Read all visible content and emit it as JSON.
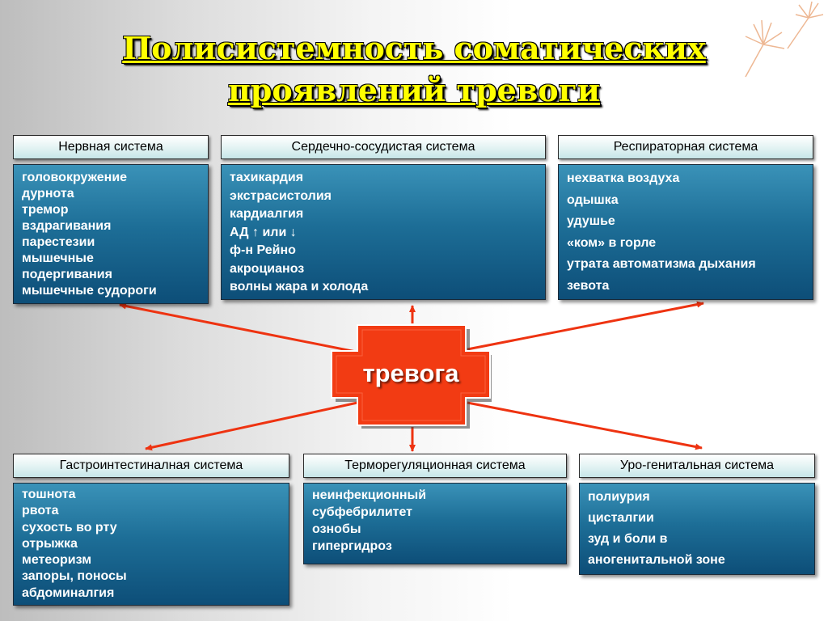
{
  "title_lines": [
    "Полисистемность соматических",
    "проявлений тревоги"
  ],
  "center_label": "тревога",
  "colors": {
    "arrow": "#ee3311",
    "center": "#f23b13",
    "title": "#ffff00",
    "body_top": "#3a92b8",
    "body_bottom": "#0d4e78"
  },
  "systems": {
    "nervous": {
      "title": "Нервная система",
      "items": [
        "головокружение",
        "дурнота",
        "тремор",
        "вздрагивания",
        "парестезии",
        "мышечные",
        "подергивания",
        "мышечные судороги"
      ]
    },
    "cardio": {
      "title": "Сердечно-сосудистая система",
      "items": [
        "тахикардия",
        "экстрасистолия",
        "кардиалгия",
        "АД ↑ или ↓",
        "ф-н Рейно",
        "акроцианоз",
        "волны жара и холода"
      ]
    },
    "respiratory": {
      "title": "Респираторная система",
      "items": [
        "нехватка воздуха",
        "одышка",
        "удушье",
        "«ком» в горле",
        "утрата автоматизма дыхания",
        "зевота"
      ]
    },
    "gastro": {
      "title": "Гастроинтестиналная система",
      "items": [
        "тошнота",
        "рвота",
        "сухость во рту",
        "отрыжка",
        "метеоризм",
        "запоры, поносы",
        "абдоминалгия"
      ]
    },
    "thermo": {
      "title": "Терморегуляционная система",
      "items": [
        "неинфекционный",
        "субфебрилитет",
        "ознобы",
        "гипергидроз"
      ]
    },
    "uro": {
      "title": "Уро-генитальная система",
      "items": [
        "полиурия",
        "цисталгии",
        "зуд и боли в",
        "аногенитальной зоне"
      ]
    }
  }
}
